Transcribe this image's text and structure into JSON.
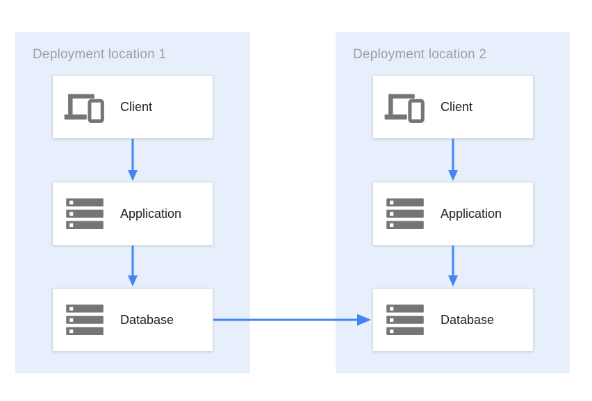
{
  "colors": {
    "page_bg": "#ffffff",
    "panel_bg": "#e7effc",
    "box_bg": "#ffffff",
    "box_border": "#d5d9de",
    "arrow": "#4285f4",
    "icon": "#757575",
    "title_text": "#9aa0a6",
    "label_text": "#212121"
  },
  "panels": [
    {
      "title": "Deployment location 1",
      "nodes": [
        {
          "id": "client",
          "label": "Client",
          "icon": "devices-icon"
        },
        {
          "id": "application",
          "label": "Application",
          "icon": "server-stack-icon"
        },
        {
          "id": "database",
          "label": "Database",
          "icon": "server-stack-icon"
        }
      ]
    },
    {
      "title": "Deployment location 2",
      "nodes": [
        {
          "id": "client",
          "label": "Client",
          "icon": "devices-icon"
        },
        {
          "id": "application",
          "label": "Application",
          "icon": "server-stack-icon"
        },
        {
          "id": "database",
          "label": "Database",
          "icon": "server-stack-icon"
        }
      ]
    }
  ],
  "connections": [
    {
      "from": "location1-client",
      "to": "location1-application"
    },
    {
      "from": "location1-application",
      "to": "location1-database"
    },
    {
      "from": "location2-client",
      "to": "location2-application"
    },
    {
      "from": "location2-application",
      "to": "location2-database"
    },
    {
      "from": "location1-database",
      "to": "location2-database"
    }
  ]
}
